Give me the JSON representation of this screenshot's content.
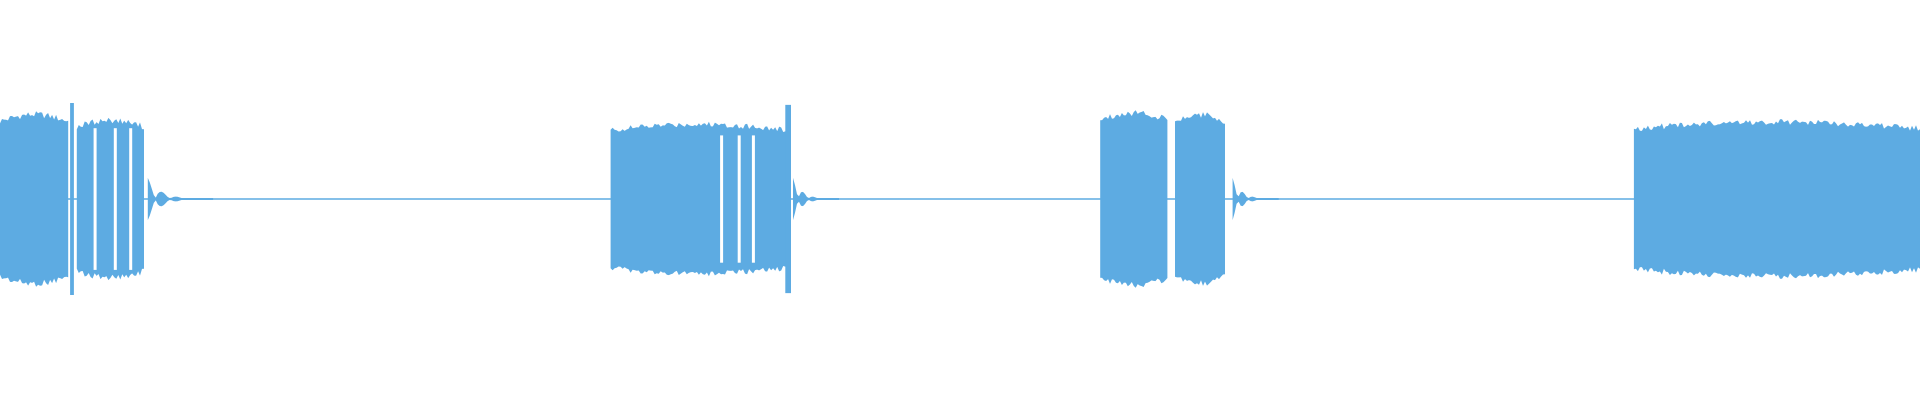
{
  "waveform": {
    "color": "#5dabe2",
    "background": "#ffffff",
    "duration_fraction_segments": [
      {
        "start": 0.0,
        "end": 0.0355,
        "level": 0.88,
        "type": "burst"
      },
      {
        "start": 0.0365,
        "end": 0.0385,
        "level": 1.0,
        "type": "spike"
      },
      {
        "start": 0.04,
        "end": 0.075,
        "level": 0.82,
        "type": "burst"
      },
      {
        "start": 0.077,
        "end": 0.111,
        "level": 0.1,
        "type": "decay"
      },
      {
        "start": 0.318,
        "end": 0.41,
        "level": 0.78,
        "type": "burst"
      },
      {
        "start": 0.409,
        "end": 0.412,
        "level": 0.98,
        "type": "spike"
      },
      {
        "start": 0.413,
        "end": 0.437,
        "level": 0.1,
        "type": "decay"
      },
      {
        "start": 0.573,
        "end": 0.608,
        "level": 0.9,
        "type": "burst"
      },
      {
        "start": 0.612,
        "end": 0.638,
        "level": 0.88,
        "type": "burst"
      },
      {
        "start": 0.642,
        "end": 0.666,
        "level": 0.1,
        "type": "decay"
      },
      {
        "start": 0.851,
        "end": 1.0,
        "level": 0.8,
        "type": "burst"
      }
    ],
    "baseline_level": 0.01
  }
}
